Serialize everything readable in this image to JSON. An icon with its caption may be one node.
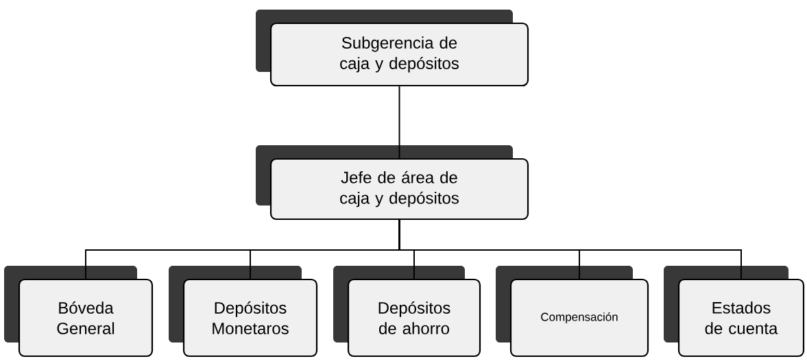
{
  "diagram": {
    "nodes": [
      {
        "text": [
          "Subgerencia de caja y depósitos"
        ]
      },
      {
        "text": [
          "Jefe de área de caja y depósitos"
        ]
      },
      {
        "text": [
          "Bóveda General"
        ]
      },
      {
        "text": [
          "Depósitos Monetaros"
        ]
      },
      {
        "text": [
          "Depósitos de ahorro"
        ]
      },
      {
        "text": [
          "Compensación"
        ]
      },
      {
        "text": [
          "Estados de cuenta"
        ]
      }
    ],
    "edges": [
      {
        "from": 0,
        "to": 1,
        "arrow": "none"
      },
      {
        "from": 1,
        "to": 2,
        "arrow": "none"
      },
      {
        "from": 1,
        "to": 3,
        "arrow": "none"
      },
      {
        "from": 1,
        "to": 4,
        "arrow": "none"
      },
      {
        "from": 1,
        "to": 5,
        "arrow": "none"
      },
      {
        "from": 1,
        "to": 6,
        "arrow": "none"
      }
    ]
  }
}
